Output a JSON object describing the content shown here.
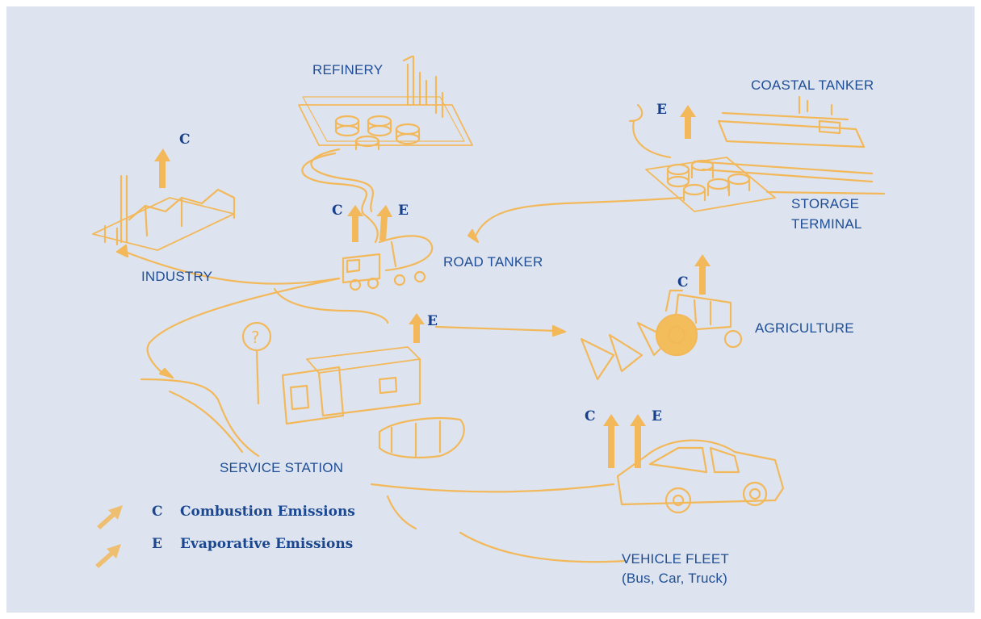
{
  "colors": {
    "background": "#dde4ef",
    "illustration": "#f2b85a",
    "text": "#1f4e96"
  },
  "nodes": {
    "refinery": "REFINERY",
    "coastal_tanker": "COASTAL TANKER",
    "storage_terminal_1": "STORAGE",
    "storage_terminal_2": "TERMINAL",
    "industry": "INDUSTRY",
    "road_tanker": "ROAD TANKER",
    "agriculture": "AGRICULTURE",
    "service_station": "SERVICE STATION",
    "vehicle_fleet_1": "VEHICLE FLEET",
    "vehicle_fleet_2": "(Bus, Car, Truck)"
  },
  "emission_codes": {
    "c": "C",
    "e": "E"
  },
  "legend": {
    "combustion_letter": "C",
    "combustion_label": "Combustion Emissions",
    "evaporative_letter": "E",
    "evaporative_label": "Evaporative Emissions"
  }
}
